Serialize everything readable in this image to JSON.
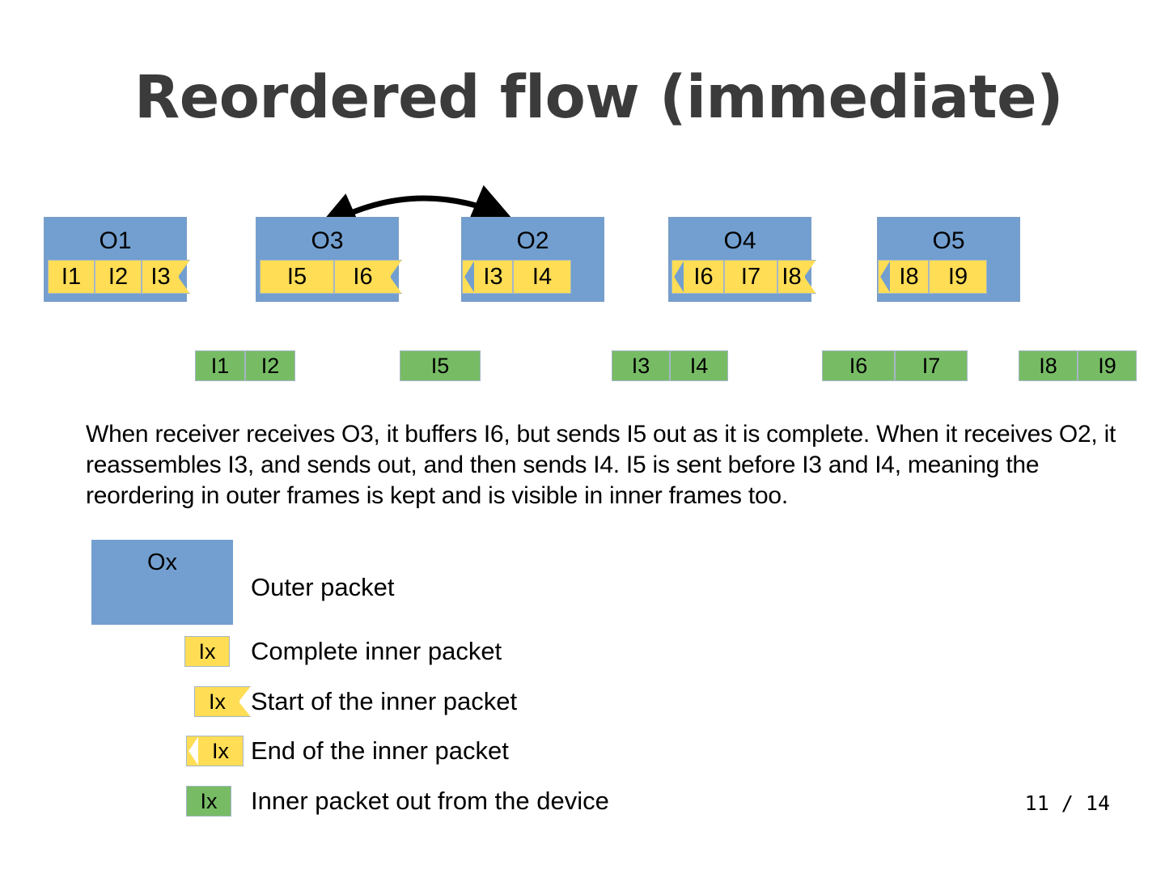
{
  "slide": {
    "title": "Reordered flow (immediate)",
    "page_number": "11 / 14",
    "body_text": "When receiver receives O3, it buffers I6, but sends I5 out as it is complete. When it receives O2, it reassembles I3, and sends out, and then sends I4. I5 is sent before I3 and I4, meaning the reordering in outer frames is kept and is visible in inner frames too."
  },
  "colors": {
    "outer_packet": "#729fcf",
    "inner_packet": "#ffdd55",
    "output_packet": "#77bc65",
    "title": "#3b3b3b",
    "border": "#a6b6c6",
    "arrow": "#000000"
  },
  "diagram": {
    "arrow": {
      "name": "reorder-arrow",
      "from": "O3",
      "to": "O2",
      "style": "double-headed-curved"
    },
    "outer_packets": [
      {
        "label": "O1",
        "inner": [
          {
            "label": "I1",
            "edge": "none"
          },
          {
            "label": "I2",
            "edge": "none"
          },
          {
            "label": "I3",
            "edge": "start"
          }
        ]
      },
      {
        "label": "O3",
        "inner": [
          {
            "label": "I5",
            "edge": "none"
          },
          {
            "label": "I6",
            "edge": "start"
          }
        ]
      },
      {
        "label": "O2",
        "inner": [
          {
            "label": "I3",
            "edge": "end"
          },
          {
            "label": "I4",
            "edge": "none"
          }
        ]
      },
      {
        "label": "O4",
        "inner": [
          {
            "label": "I6",
            "edge": "end"
          },
          {
            "label": "I7",
            "edge": "none"
          },
          {
            "label": "I8",
            "edge": "start"
          }
        ]
      },
      {
        "label": "O5",
        "inner": [
          {
            "label": "I8",
            "edge": "end"
          },
          {
            "label": "I9",
            "edge": "none"
          }
        ]
      }
    ],
    "output_groups": [
      {
        "labels": [
          "I1",
          "I2"
        ]
      },
      {
        "labels": [
          "I5"
        ]
      },
      {
        "labels": [
          "I3",
          "I4"
        ]
      },
      {
        "labels": [
          "I6",
          "I7"
        ]
      },
      {
        "labels": [
          "I8",
          "I9"
        ]
      }
    ]
  },
  "legend": {
    "items": [
      {
        "swatch": "Ox",
        "kind": "outer",
        "text": "Outer packet"
      },
      {
        "swatch": "Ix",
        "kind": "yellow",
        "text": "Complete inner packet"
      },
      {
        "swatch": "Ix",
        "kind": "yellow-start",
        "text": "Start of the inner packet"
      },
      {
        "swatch": "Ix",
        "kind": "yellow-end",
        "text": "End of the inner packet"
      },
      {
        "swatch": "Ix",
        "kind": "green",
        "text": "Inner packet out from the device"
      }
    ]
  }
}
